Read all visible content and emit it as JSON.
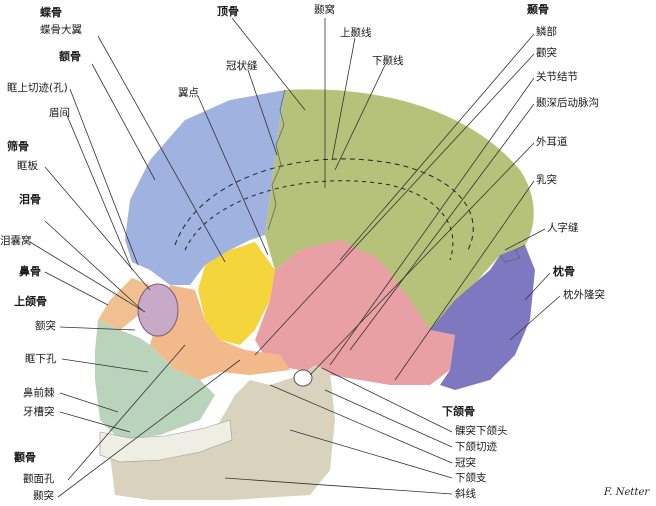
{
  "labels": {
    "sphenoid": "蝶骨",
    "greater_wing": "蝶骨大翼",
    "frontal": "额骨",
    "supraorbital_notch": "眶上切迹(孔)",
    "glabella": "眉间",
    "ethmoid": "筛骨",
    "orbital_plate": "眶板",
    "lacrimal": "泪骨",
    "lacrimal_fossa": "泪囊窝",
    "nasal": "鼻骨",
    "maxilla": "上颌骨",
    "frontal_process": "额突",
    "infraorbital_foramen": "眶下孔",
    "anterior_nasal_spine": "鼻前棘",
    "alveolar_process": "牙槽突",
    "zygomatic": "颧骨",
    "zygomaticofacial_foramen": "颧面孔",
    "temporal_process": "颞突",
    "parietal": "顶骨",
    "coronal_suture": "冠状缝",
    "pterion": "翼点",
    "temporal_fossa": "颞窝",
    "superior_temporal_line": "上颞线",
    "inferior_temporal_line": "下颞线",
    "temporal": "颞骨",
    "squamous_part": "鳞部",
    "zygomatic_process": "颧突",
    "articular_tubercle": "关节结节",
    "groove_deep_temporal_artery": "颞深后动脉沟",
    "external_acoustic_meatus": "外耳道",
    "mastoid_process": "乳突",
    "lambdoid_suture": "人字缝",
    "occipital": "枕骨",
    "external_occipital_protuberance": "枕外隆突",
    "mandible": "下颌骨",
    "condylar_process": "髁突下颌头",
    "mandibular_notch": "下颌切迹",
    "coronoid_process": "冠突",
    "ramus": "下颌支",
    "oblique_line": "斜线",
    "signature": "F. Netter"
  },
  "colors": {
    "parietal": "#b6c27a",
    "frontal": "#9fb2e0",
    "greater_wing": "#f5d53c",
    "temporal": "#e8a0a4",
    "occipital": "#7e78c0",
    "zygomatic": "#f2b98a",
    "nasal": "#f0c090",
    "maxilla": "#b9d4bb",
    "mandible": "#d9d2bc",
    "teeth": "#efeee4",
    "line": "#333333"
  }
}
